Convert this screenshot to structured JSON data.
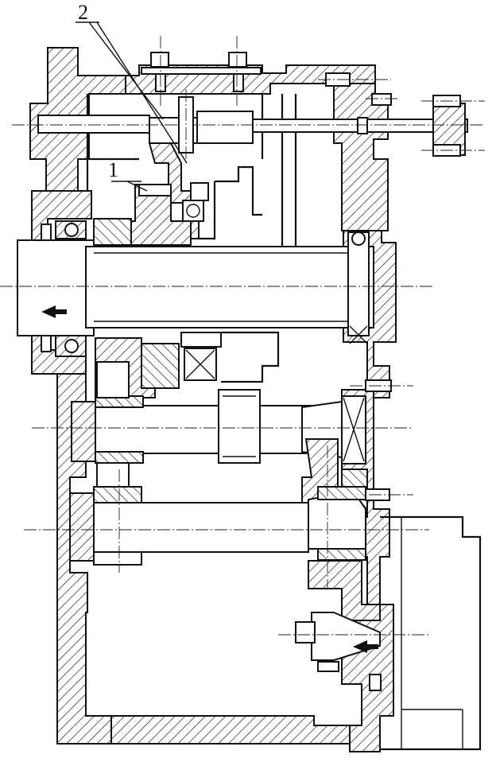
{
  "figure": {
    "labels": [
      {
        "id": "callout-2",
        "text": "2"
      },
      {
        "id": "callout-1",
        "text": "1"
      }
    ],
    "direction_arrows": [
      {
        "name": "output-arrow",
        "direction": "left"
      },
      {
        "name": "input-arrow",
        "direction": "left"
      }
    ]
  },
  "colors": {
    "ink": "#111111",
    "paper": "#ffffff"
  }
}
